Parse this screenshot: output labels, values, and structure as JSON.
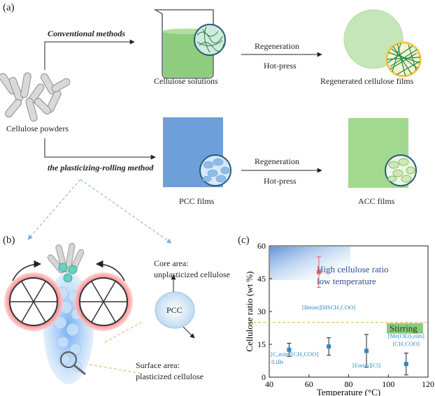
{
  "panel_a": {
    "label": "(a)",
    "conventional": "Conventional methods",
    "plasticizing": "the plasticizing-rolling method",
    "cellulose_powders": "Cellulose powders",
    "cellulose_solutions": "Cellulose solutions",
    "regenerated_films": "Regenerated cellulose films",
    "pcc_films": "PCC films",
    "acc_films": "ACC films",
    "top_step1": "Regeneration",
    "top_step2": "Hot-press",
    "bottom_step1": "Regeneration",
    "bottom_step2": "Hot-press"
  },
  "panel_b": {
    "label": "(b)",
    "core_title": "Core area:",
    "core_desc": "unplasticized cellulose",
    "pcc": "PCC",
    "surface_title": "Surface area:",
    "surface_desc": "plasticized cellulose"
  },
  "panel_c": {
    "label": "(c)",
    "highlight_line1": "High cellulose ratio",
    "highlight_line2": "low temperature",
    "stirring": "Stirring"
  },
  "colors": {
    "solution_green": "#8fcd7e",
    "film_green": "#a3d98f",
    "pcc_blue": "#6d9fd8",
    "marker_blue": "#2f87c4",
    "marker_red": "#e35d5d",
    "dashed_orange": "#e8b04a"
  },
  "chart_data": {
    "type": "scatter",
    "xlabel": "Temperature (°C)",
    "ylabel": "Cellulose ratio (wt %)",
    "xlim": [
      40,
      120
    ],
    "ylim": [
      0,
      60
    ],
    "xticks": [
      "40",
      "60",
      "80",
      "100",
      "120"
    ],
    "yticks": [
      "0",
      "15",
      "30",
      "45",
      "60"
    ],
    "reference_line_y": 25,
    "points": [
      {
        "x": 50,
        "y": 12.5,
        "err": 3,
        "color": "#2f87c4",
        "label": "[C₄mim][CH₃COO]/LiBr"
      },
      {
        "x": 70,
        "y": 14,
        "err": 4,
        "color": "#2f87c4",
        "label": "[Bmim][HSCH₂COO]"
      },
      {
        "x": 89,
        "y": 12,
        "err": 7.5,
        "color": "#2f87c4",
        "label": "[Emim][Cl]"
      },
      {
        "x": 109,
        "y": 6,
        "err": 5,
        "color": "#2f87c4",
        "label": "[Me(OEt)₃eim][CH₃COO]"
      },
      {
        "x": 65,
        "y": 48,
        "err": 7,
        "color": "#e35d5d",
        "label": ""
      }
    ]
  }
}
